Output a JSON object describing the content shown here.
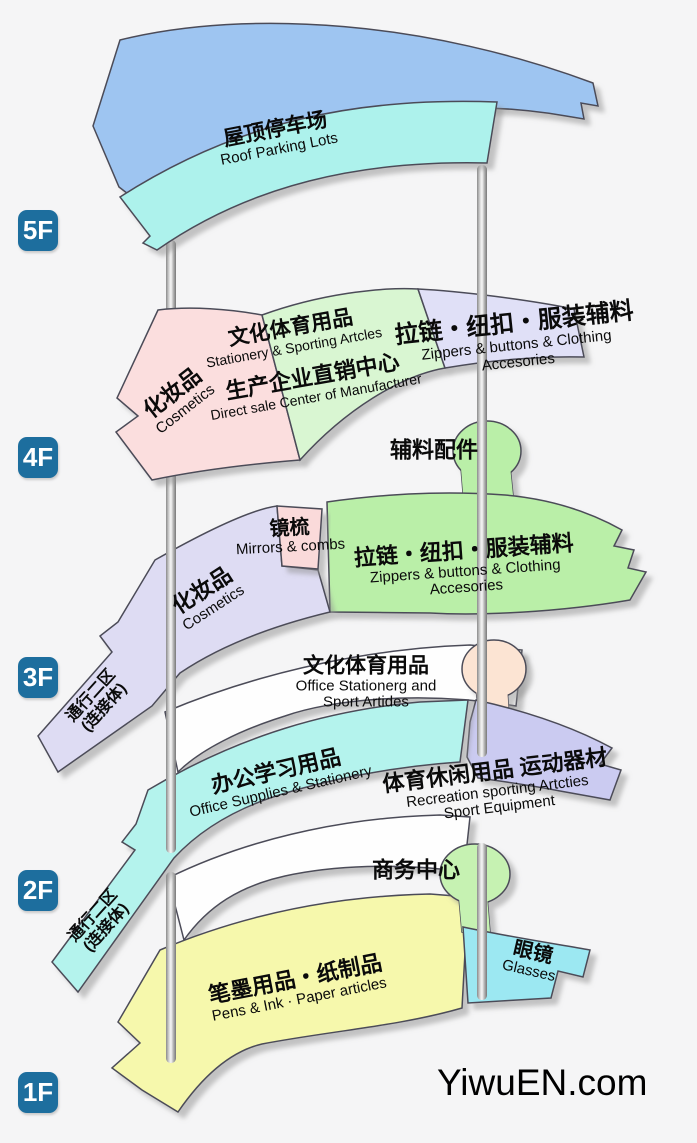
{
  "watermark": "YiwuEN.com",
  "badges": {
    "f5": "5F",
    "f4": "4F",
    "f3": "3F",
    "f2": "2F",
    "f1": "1F"
  },
  "colors": {
    "badge_blue": "#1d6e9e",
    "band_blue": "#9ec5f1",
    "band_cyan_roof": "#adf2ec",
    "pink_cosmetics": "#fbdede",
    "green_stationery": "#d9f6d2",
    "lavender_zippers_4f": "#e0e0f7",
    "green_zippers_3f": "#baefa8",
    "lavender_cosmetics_3f": "#dedcf3",
    "pink_mirrors": "#fadada",
    "peach_balloon": "#fce4d3",
    "cyan_office_2f": "#b4f3ed",
    "lavender_sports_2f": "#cbcbf1",
    "green_business_balloon": "#c6f2b2",
    "yellow_pens_1f": "#f6f8ac",
    "cyan_glasses": "#9ce8f2"
  },
  "f5": {
    "roof_zh": "屋顶停车场",
    "roof_en": "Roof Parking Lots"
  },
  "f4": {
    "cosmetics_zh": "化妆品",
    "cosmetics_en": "Cosmetics",
    "culture_zh": "文化体育用品",
    "culture_en": "Stationery & Sporting Artcles",
    "direct_zh": "生产企业直销中心",
    "direct_en": "Direct sale Center of Manufacturer",
    "zipper_zh": "拉链・纽扣・服装辅料",
    "zipper_en1": "Zippers & buttons & Clothing",
    "zipper_en2": "Accesories"
  },
  "between45": {
    "accessories_zh": "辅料配件"
  },
  "f3": {
    "passage_zh": "通行二区",
    "passage_zh2": "(连接体)",
    "cosmetics_zh": "化妆品",
    "cosmetics_en": "Cosmetics",
    "mirror_zh": "镜梳",
    "mirror_en": "Mirrors & combs",
    "zipper_zh": "拉链・纽扣・服装辅料",
    "zipper_en1": "Zippers & buttons & Clothing",
    "zipper_en2": "Accesories"
  },
  "between32": {
    "culture_zh": "文化体育用品",
    "culture_en1": "Office Stationerg and",
    "culture_en2": "Sport Artides"
  },
  "f2": {
    "passage_zh": "通行二区",
    "passage_zh2": "(连接体)",
    "office_zh": "办公学习用品",
    "office_en": "Office Supplies & Stationery",
    "sports_zh": "体育休闲用品 运动器材",
    "sports_en1": "Recreation sporting Artcties",
    "sports_en2": "Sport Equipment"
  },
  "between21": {
    "business_zh": "商务中心"
  },
  "f1": {
    "pens_zh": "笔墨用品・纸制品",
    "pens_en": "Pens & Ink · Paper articles",
    "glasses_zh": "眼镜",
    "glasses_en": "Glasses"
  }
}
